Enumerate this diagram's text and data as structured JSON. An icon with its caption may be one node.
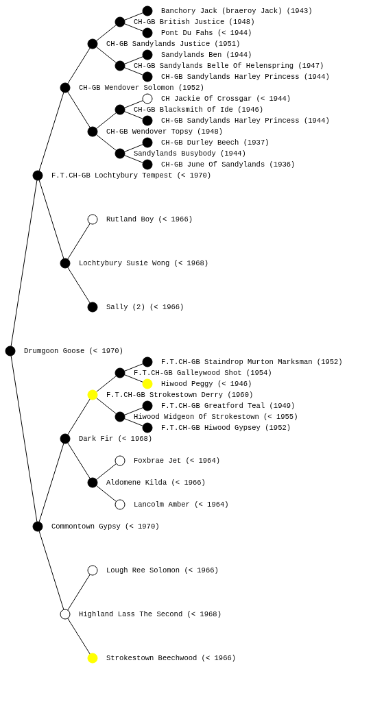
{
  "diagram": {
    "nodes": [
      {
        "text": [
          "Banchory Jack (braeroy Jack) (1943)"
        ]
      },
      {
        "text": [
          "CH-GB British Justice (1948)"
        ]
      },
      {
        "text": [
          "Pont Du Fahs (< 1944)"
        ]
      },
      {
        "text": [
          "CH-GB Sandylands Justice (1951)"
        ]
      },
      {
        "text": [
          "Sandylands Ben (1944)"
        ]
      },
      {
        "text": [
          "CH-GB Sandylands Belle Of Helenspring (1947)"
        ]
      },
      {
        "text": [
          "CH-GB Sandylands Harley Princess (1944)"
        ]
      },
      {
        "text": [
          "CH-GB Wendover Solomon (1952)"
        ]
      },
      {
        "text": [
          "CH Jackie Of Crossgar (< 1944)"
        ]
      },
      {
        "text": [
          "CH-GB Blacksmith Of Ide (1946)"
        ]
      },
      {
        "text": [
          "CH-GB Sandylands Harley Princess (1944)"
        ]
      },
      {
        "text": [
          "CH-GB Wendover Topsy (1948)"
        ]
      },
      {
        "text": [
          "CH-GB Durley Beech (1937)"
        ]
      },
      {
        "text": [
          "Sandylands Busybody (1944)"
        ]
      },
      {
        "text": [
          "CH-GB June Of Sandylands (1936)"
        ]
      },
      {
        "text": [
          "F.T.CH-GB Lochtybury Tempest (< 1970)"
        ]
      },
      {
        "text": [
          "Rutland Boy (< 1966)"
        ]
      },
      {
        "text": [
          "Lochtybury Susie Wong (< 1968)"
        ]
      },
      {
        "text": [
          "Sally (2) (< 1966)"
        ]
      },
      {
        "text": [
          "Drumgoon Goose (< 1970)"
        ]
      },
      {
        "text": [
          "F.T.CH-GB Staindrop Murton Marksman (1952)"
        ]
      },
      {
        "text": [
          "F.T.CH-GB Galleywood Shot (1954)"
        ]
      },
      {
        "text": [
          "Hiwood Peggy (< 1946)"
        ]
      },
      {
        "text": [
          "F.T.CH-GB Strokestown Derry (1960)"
        ]
      },
      {
        "text": [
          "F.T.CH-GB Greatford Teal (1949)"
        ]
      },
      {
        "text": [
          "Hiwood Widgeon Of Strokestown (< 1955)"
        ]
      },
      {
        "text": [
          "F.T.CH-GB Hiwood Gypsey (1952)"
        ]
      },
      {
        "text": [
          "Dark Fir (< 1968)"
        ]
      },
      {
        "text": [
          "Foxbrae Jet (< 1964)"
        ]
      },
      {
        "text": [
          "Aldomene Kilda (< 1966)"
        ]
      },
      {
        "text": [
          "Lancolm Amber (< 1964)"
        ]
      },
      {
        "text": [
          "Commontown Gypsy (< 1970)"
        ]
      },
      {
        "text": [
          "Lough Ree Solomon (< 1966)"
        ]
      },
      {
        "text": [
          "Highland Lass The Second (< 1968)"
        ]
      },
      {
        "text": [
          "Strokestown Beechwood (< 1966)"
        ]
      }
    ],
    "edges": [
      {
        "from": 1,
        "to": 0,
        "arrow": "none"
      },
      {
        "from": 1,
        "to": 2,
        "arrow": "none"
      },
      {
        "from": 3,
        "to": 1,
        "arrow": "none"
      },
      {
        "from": 3,
        "to": 5,
        "arrow": "none"
      },
      {
        "from": 5,
        "to": 4,
        "arrow": "none"
      },
      {
        "from": 5,
        "to": 6,
        "arrow": "none"
      },
      {
        "from": 7,
        "to": 3,
        "arrow": "none"
      },
      {
        "from": 7,
        "to": 11,
        "arrow": "none"
      },
      {
        "from": 9,
        "to": 8,
        "arrow": "none"
      },
      {
        "from": 9,
        "to": 10,
        "arrow": "none"
      },
      {
        "from": 11,
        "to": 9,
        "arrow": "none"
      },
      {
        "from": 11,
        "to": 13,
        "arrow": "none"
      },
      {
        "from": 13,
        "to": 12,
        "arrow": "none"
      },
      {
        "from": 13,
        "to": 14,
        "arrow": "none"
      },
      {
        "from": 15,
        "to": 7,
        "arrow": "none"
      },
      {
        "from": 15,
        "to": 17,
        "arrow": "none"
      },
      {
        "from": 17,
        "to": 16,
        "arrow": "none"
      },
      {
        "from": 17,
        "to": 18,
        "arrow": "none"
      },
      {
        "from": 19,
        "to": 15,
        "arrow": "none"
      },
      {
        "from": 19,
        "to": 31,
        "arrow": "none"
      },
      {
        "from": 21,
        "to": 20,
        "arrow": "none"
      },
      {
        "from": 21,
        "to": 22,
        "arrow": "none"
      },
      {
        "from": 23,
        "to": 21,
        "arrow": "none"
      },
      {
        "from": 23,
        "to": 25,
        "arrow": "none"
      },
      {
        "from": 25,
        "to": 24,
        "arrow": "none"
      },
      {
        "from": 25,
        "to": 26,
        "arrow": "none"
      },
      {
        "from": 27,
        "to": 23,
        "arrow": "none"
      },
      {
        "from": 27,
        "to": 29,
        "arrow": "none"
      },
      {
        "from": 29,
        "to": 28,
        "arrow": "none"
      },
      {
        "from": 29,
        "to": 30,
        "arrow": "none"
      },
      {
        "from": 31,
        "to": 27,
        "arrow": "none"
      },
      {
        "from": 31,
        "to": 33,
        "arrow": "none"
      },
      {
        "from": 33,
        "to": 32,
        "arrow": "none"
      },
      {
        "from": 33,
        "to": 34,
        "arrow": "none"
      }
    ]
  }
}
